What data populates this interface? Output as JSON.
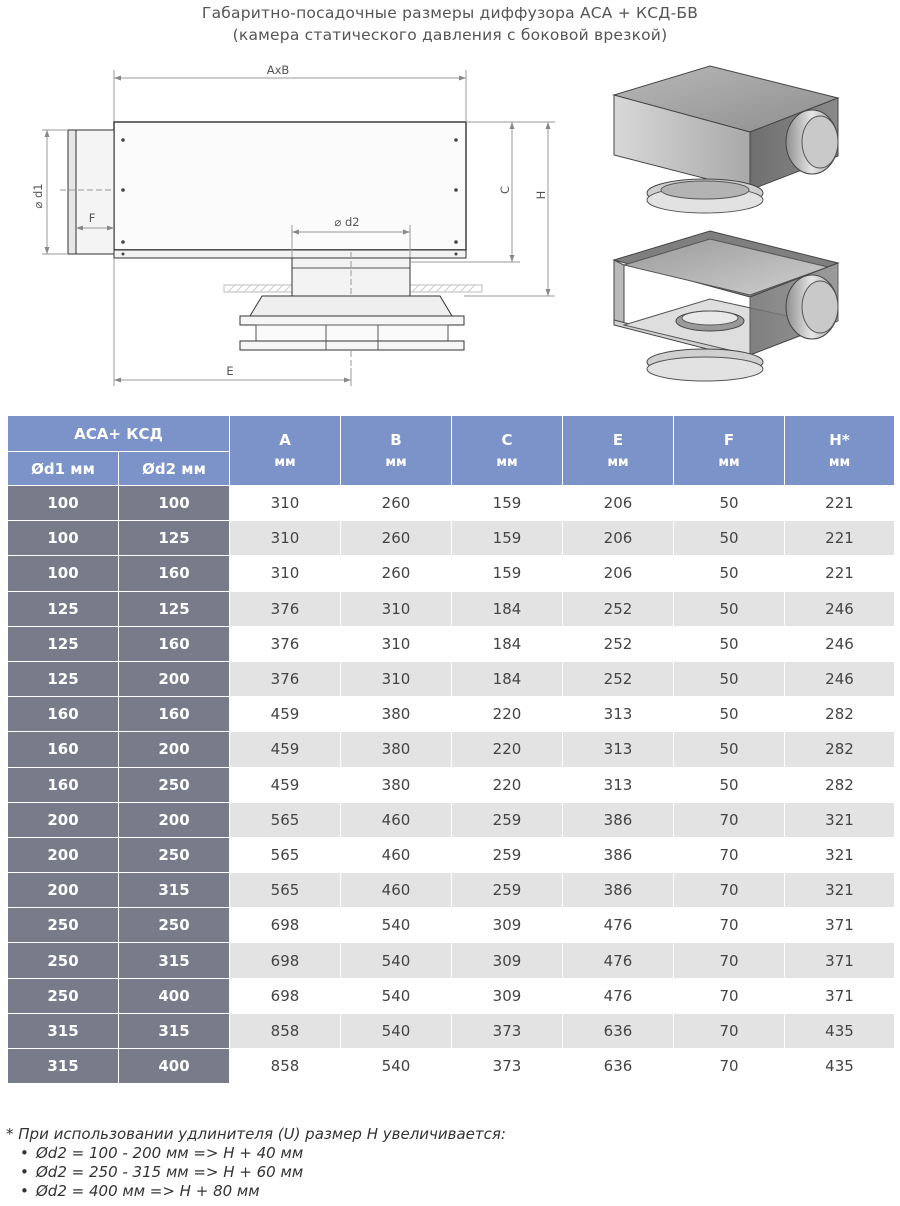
{
  "title_line1": "Габаритно-посадочные размеры диффузора АСА + КСД-БВ",
  "title_line2": "(камера статического давления с боковой врезкой)",
  "drawing_labels": {
    "axb": "AxB",
    "d1": "⌀ d1",
    "f": "F",
    "d2": "⌀ d2",
    "c": "C",
    "h": "H",
    "e": "E"
  },
  "table": {
    "group_header": "АСА+ КСД",
    "sub_headers": [
      "Ød1 мм",
      "Ød2 мм"
    ],
    "columns": [
      {
        "name": "A",
        "unit": "мм"
      },
      {
        "name": "B",
        "unit": "мм"
      },
      {
        "name": "C",
        "unit": "мм"
      },
      {
        "name": "E",
        "unit": "мм"
      },
      {
        "name": "F",
        "unit": "мм"
      },
      {
        "name": "H*",
        "unit": "мм"
      }
    ],
    "rows": [
      [
        "100",
        "100",
        "310",
        "260",
        "159",
        "206",
        "50",
        "221"
      ],
      [
        "100",
        "125",
        "310",
        "260",
        "159",
        "206",
        "50",
        "221"
      ],
      [
        "100",
        "160",
        "310",
        "260",
        "159",
        "206",
        "50",
        "221"
      ],
      [
        "125",
        "125",
        "376",
        "310",
        "184",
        "252",
        "50",
        "246"
      ],
      [
        "125",
        "160",
        "376",
        "310",
        "184",
        "252",
        "50",
        "246"
      ],
      [
        "125",
        "200",
        "376",
        "310",
        "184",
        "252",
        "50",
        "246"
      ],
      [
        "160",
        "160",
        "459",
        "380",
        "220",
        "313",
        "50",
        "282"
      ],
      [
        "160",
        "200",
        "459",
        "380",
        "220",
        "313",
        "50",
        "282"
      ],
      [
        "160",
        "250",
        "459",
        "380",
        "220",
        "313",
        "50",
        "282"
      ],
      [
        "200",
        "200",
        "565",
        "460",
        "259",
        "386",
        "70",
        "321"
      ],
      [
        "200",
        "250",
        "565",
        "460",
        "259",
        "386",
        "70",
        "321"
      ],
      [
        "200",
        "315",
        "565",
        "460",
        "259",
        "386",
        "70",
        "321"
      ],
      [
        "250",
        "250",
        "698",
        "540",
        "309",
        "476",
        "70",
        "371"
      ],
      [
        "250",
        "315",
        "698",
        "540",
        "309",
        "476",
        "70",
        "371"
      ],
      [
        "250",
        "400",
        "698",
        "540",
        "309",
        "476",
        "70",
        "371"
      ],
      [
        "315",
        "315",
        "858",
        "540",
        "373",
        "636",
        "70",
        "435"
      ],
      [
        "315",
        "400",
        "858",
        "540",
        "373",
        "636",
        "70",
        "435"
      ]
    ]
  },
  "footnote": {
    "heading": "* При использовании удлинителя (U) размер H увеличивается:",
    "items": [
      "Ød2 = 100 - 200 мм => H + 40 мм",
      "Ød2 = 250 - 315 мм => H + 60 мм",
      "Ød2 = 400 мм => H + 80 мм"
    ]
  }
}
